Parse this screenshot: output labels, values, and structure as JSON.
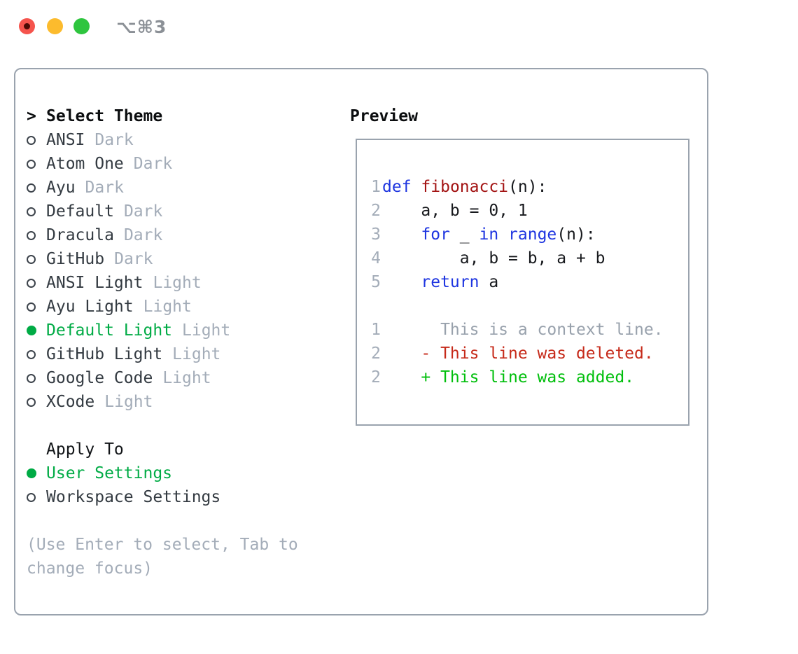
{
  "titlebar": {
    "title": "⌥⌘3"
  },
  "colors": {
    "accent_green": "#00ab45",
    "added_green": "#00bf0c",
    "deleted_red": "#c62a1a",
    "keyword_blue": "#1e35e0",
    "function_red": "#a31414",
    "muted_gray": "#a3acb8",
    "border_gray": "#9aa3ae"
  },
  "left": {
    "header_prefix": ">",
    "header_label": "Select Theme",
    "themes": [
      {
        "name": "ANSI",
        "tag": "Dark",
        "selected": false
      },
      {
        "name": "Atom One",
        "tag": "Dark",
        "selected": false
      },
      {
        "name": "Ayu",
        "tag": "Dark",
        "selected": false
      },
      {
        "name": "Default",
        "tag": "Dark",
        "selected": false
      },
      {
        "name": "Dracula",
        "tag": "Dark",
        "selected": false
      },
      {
        "name": "GitHub",
        "tag": "Dark",
        "selected": false
      },
      {
        "name": "ANSI Light",
        "tag": "Light",
        "selected": false
      },
      {
        "name": "Ayu Light",
        "tag": "Light",
        "selected": false
      },
      {
        "name": "Default Light",
        "tag": "Light",
        "selected": true
      },
      {
        "name": "GitHub Light",
        "tag": "Light",
        "selected": false
      },
      {
        "name": "Google Code",
        "tag": "Light",
        "selected": false
      },
      {
        "name": "XCode",
        "tag": "Light",
        "selected": false
      }
    ],
    "apply_to_label": "Apply To",
    "apply_options": [
      {
        "name": "User Settings",
        "selected": true
      },
      {
        "name": "Workspace Settings",
        "selected": false
      }
    ],
    "help_text": "(Use Enter to select, Tab to change focus)"
  },
  "preview": {
    "label": "Preview",
    "lines": [
      {
        "n": "1",
        "toks": [
          [
            "def",
            "kw"
          ],
          [
            " ",
            "pl"
          ],
          [
            "fibonacci",
            "fn"
          ],
          [
            "(n):",
            "pl"
          ]
        ]
      },
      {
        "n": "2",
        "toks": [
          [
            "    a, b = 0, 1",
            "pl"
          ]
        ]
      },
      {
        "n": "3",
        "toks": [
          [
            "    ",
            "pl"
          ],
          [
            "for",
            "kw"
          ],
          [
            " _ ",
            "pl"
          ],
          [
            "in",
            "kw"
          ],
          [
            " ",
            "pl"
          ],
          [
            "range",
            "kw"
          ],
          [
            "(n):",
            "pl"
          ]
        ]
      },
      {
        "n": "4",
        "toks": [
          [
            "        a, b = b, a + b",
            "pl"
          ]
        ]
      },
      {
        "n": "5",
        "toks": [
          [
            "    ",
            "pl"
          ],
          [
            "return",
            "kw"
          ],
          [
            " a",
            "pl"
          ]
        ]
      },
      {
        "n": "",
        "toks": []
      },
      {
        "n": "1",
        "toks": [
          [
            "      This is a context line.",
            "ctx"
          ]
        ]
      },
      {
        "n": "2",
        "toks": [
          [
            "    - This line was deleted.",
            "del"
          ]
        ]
      },
      {
        "n": "2",
        "toks": [
          [
            "    + This line was added.",
            "add"
          ]
        ]
      }
    ]
  }
}
